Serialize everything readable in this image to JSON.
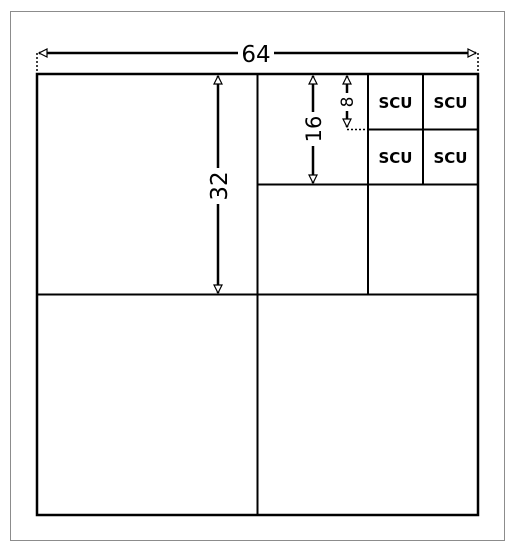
{
  "diagram": {
    "dimensions": {
      "total_width": "64",
      "block_32": "32",
      "block_16": "16",
      "block_8": "8"
    },
    "scu_labels": [
      "SCU",
      "SCU",
      "SCU",
      "SCU"
    ],
    "colors": {
      "line": "#000000",
      "background": "#ffffff",
      "frame": "#8c8c8c"
    }
  }
}
